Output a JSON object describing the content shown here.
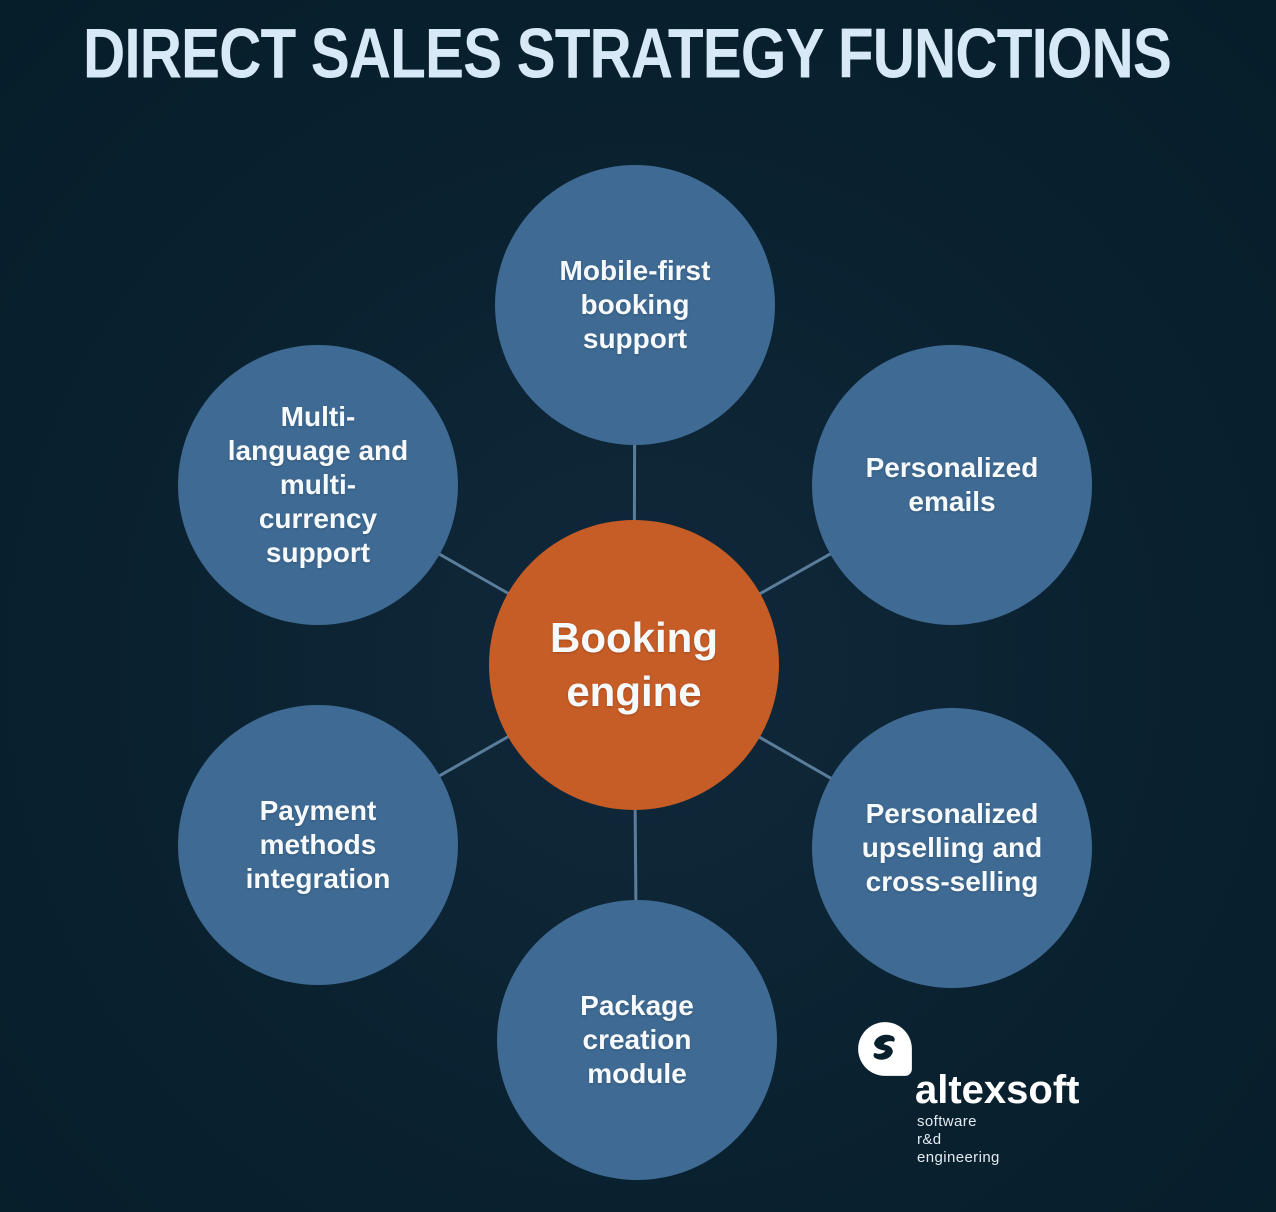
{
  "title": "DIRECT SALES STRATEGY FUNCTIONS",
  "hub": {
    "label": "Booking\nengine"
  },
  "nodes": [
    {
      "id": "mobile-first-booking-support",
      "label": "Mobile-first\nbooking\nsupport"
    },
    {
      "id": "personalized-emails",
      "label": "Personalized\nemails"
    },
    {
      "id": "personalized-upselling-cross-selling",
      "label": "Personalized\nupselling and\ncross-selling"
    },
    {
      "id": "package-creation-module",
      "label": "Package\ncreation\nmodule"
    },
    {
      "id": "payment-methods-integration",
      "label": "Payment\nmethods\nintegration"
    },
    {
      "id": "multi-language-multi-currency-support",
      "label": "Multi-\nlanguage and\nmulti-\ncurrency\nsupport"
    }
  ],
  "brand": {
    "name": "altexsoft",
    "tagline": "software r&d engineering"
  },
  "colors": {
    "bg": "#0a2130",
    "bg-center": "#10293a",
    "node-blue": "#3e6a93",
    "hub-orange": "#c65c26",
    "line": "#5a7d9b",
    "title": "#d7e9f6",
    "label": "#f7fafc"
  }
}
